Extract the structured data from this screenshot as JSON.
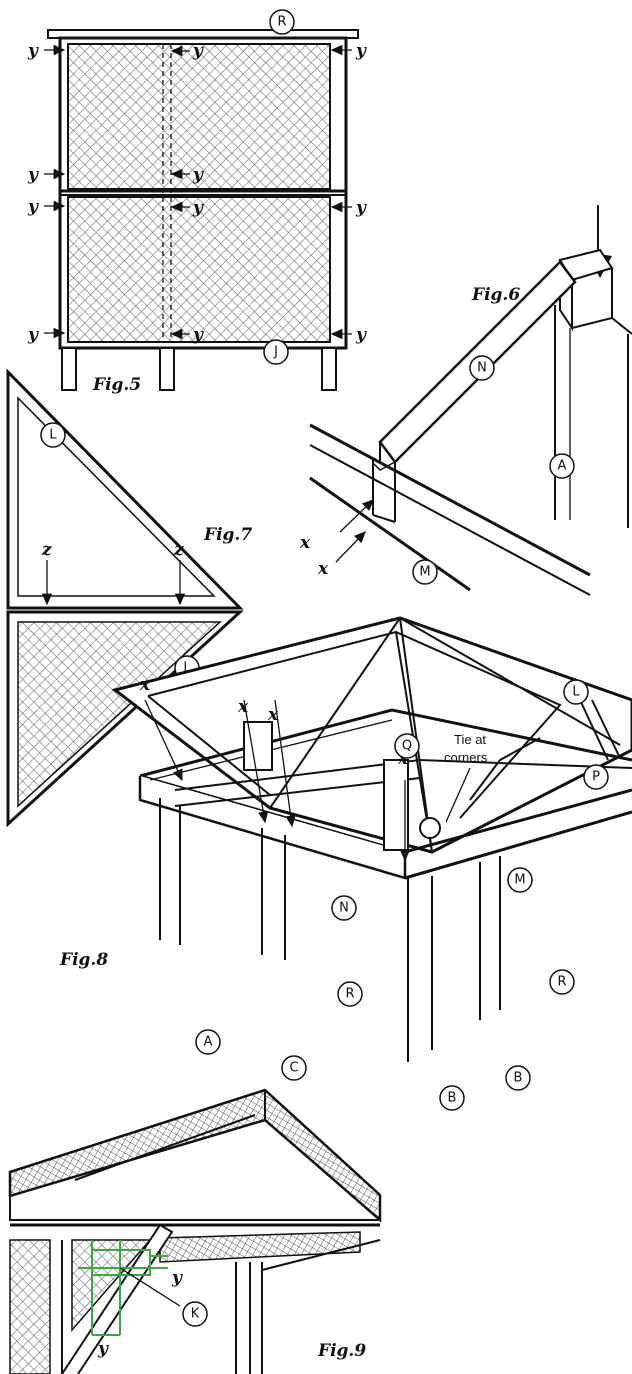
{
  "figures": {
    "fig5": "Fig.5",
    "fig6": "Fig.6",
    "fig7": "Fig.7",
    "fig8": "Fig.8",
    "fig9": "Fig.9"
  },
  "labels": {
    "R": "R",
    "J": "J",
    "N": "N",
    "A": "A",
    "M": "M",
    "L": "L",
    "Q": "Q",
    "P": "P",
    "C": "C",
    "B": "B",
    "K": "K",
    "x": "x",
    "y": "y",
    "z": "z"
  },
  "notes": {
    "tie_line1": "Tie at",
    "tie_line2": "corners"
  },
  "colors": {
    "ink": "#111111",
    "lattice": "#777777",
    "highlight": "#3aa845"
  }
}
